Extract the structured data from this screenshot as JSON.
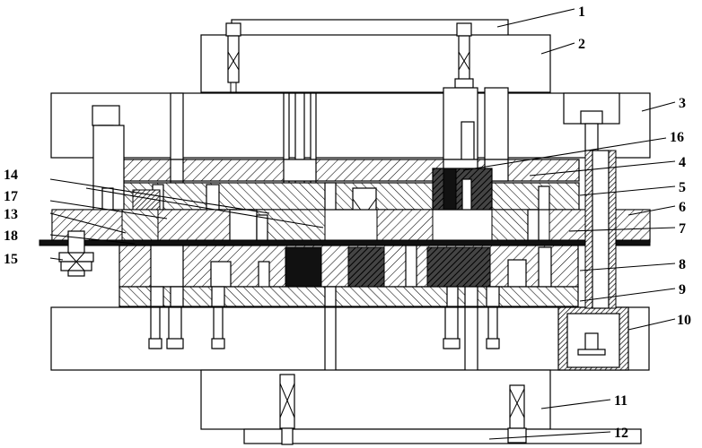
{
  "labels": {
    "l1": "1",
    "l2": "2",
    "l3": "3",
    "l4": "4",
    "l5": "5",
    "l6": "6",
    "l7": "7",
    "l8": "8",
    "l9": "9",
    "l10": "10",
    "l11": "11",
    "l12": "12",
    "l13": "13",
    "l14": "14",
    "l15": "15",
    "l16": "16",
    "l17": "17",
    "l18": "18"
  },
  "colors": {
    "line": "#000000",
    "background": "#ffffff",
    "dark_fill": "#111111"
  }
}
